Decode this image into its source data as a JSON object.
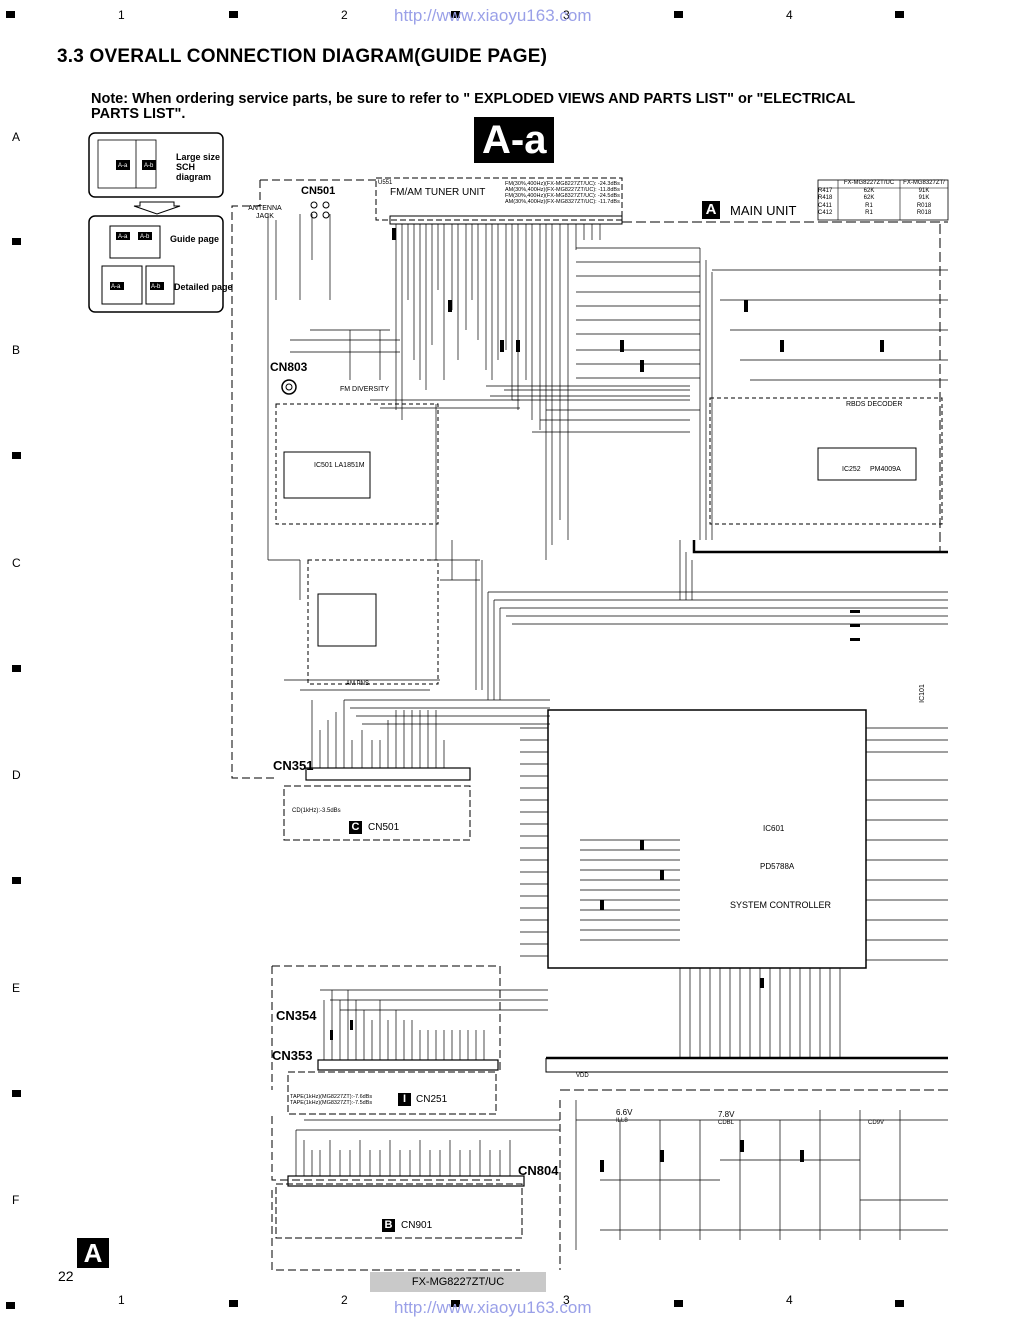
{
  "header": {
    "watermark_url": "http://www.xiaoyu163.com",
    "title": "3.3 OVERALL CONNECTION DIAGRAM(GUIDE PAGE)",
    "note": "Note: When ordering service parts, be sure to refer to \" EXPLODED VIEWS AND PARTS LIST\" or \"ELECTRICAL PARTS LIST\".",
    "section_label": "A-a"
  },
  "grid": {
    "columns": [
      "1",
      "2",
      "3",
      "4"
    ],
    "rows": [
      "A",
      "B",
      "C",
      "D",
      "E",
      "F"
    ]
  },
  "guide": {
    "large_size_label": "Large size SCH diagram",
    "guide_page_label": "Guide page",
    "detailed_page_label": "Detailed page",
    "page_a_a": "A-a",
    "page_a_b": "A-b"
  },
  "tuner": {
    "ref": "U551",
    "name": "FM/AM TUNER UNIT",
    "specs": [
      "FM(30%,400Hz)(FX-MG8227ZT/UC): -24.3dBs",
      "AM(30%,400Hz)(FX-MG8227ZT/UC): -11.8dBs",
      "FM(30%,400Hz)(FX-MG8327ZT/UC): -24.5dBs",
      "AM(30%,400Hz)(FX-MG8327ZT/UC): -11.7dBs"
    ]
  },
  "connectors": {
    "cn501_top": "CN501",
    "antenna_jack": "ANTENNA JACK",
    "cn803": "CN803",
    "fm_diversity": "FM DIVERSITY",
    "cn351": "CN351",
    "cn354": "CN354",
    "cn353": "CN353",
    "cn804": "CN804",
    "am_pns": "AM PNS"
  },
  "main_unit": {
    "badge": "A",
    "label": "MAIN UNIT"
  },
  "variant_table": {
    "headers": [
      "",
      "FX-MG8227ZT/UC",
      "FX-MG8327ZT/"
    ],
    "rows": [
      [
        "R417",
        "62K",
        "91K"
      ],
      [
        "R418",
        "62K",
        "91K"
      ],
      [
        "C411",
        "R1",
        "R018"
      ],
      [
        "C412",
        "R1",
        "R018"
      ]
    ]
  },
  "ics": {
    "ic501": "IC501 LA1851M",
    "rbds_decoder": "RBDS DECODER",
    "ic252": "IC252",
    "ic252_part": "PM4009A",
    "ic601": "IC601",
    "ic601_part": "PD5788A",
    "system_controller": "SYSTEM CONTROLLER",
    "ic101": "IC101"
  },
  "sub_connectors": {
    "c_badge": "C",
    "c_label": "CN501",
    "c_note": "CD(1kHz):-3.5dBs",
    "i_badge": "I",
    "i_label": "CN251",
    "i_note1": "TAPE(1kHz)(MG8227ZT):-7.6dBs",
    "i_note2": "TAPE(1kHz)(MG8327ZT):-7.5dBs",
    "b_badge": "B",
    "b_label": "CN901"
  },
  "rails": {
    "vdd": "VDD",
    "v6": "6.6V",
    "ill8": "ILL8",
    "v7": "7.8V",
    "cdbl": "CDBL",
    "cd9v": "CD9V"
  },
  "footer": {
    "corner_badge": "A",
    "page_number": "22",
    "model": "FX-MG8227ZT/UC",
    "watermark_url": "http://www.xiaoyu163.com"
  },
  "colors": {
    "ink": "#000000",
    "watermark": "#9aa0e8",
    "footer_box": "#c9c9c9"
  }
}
